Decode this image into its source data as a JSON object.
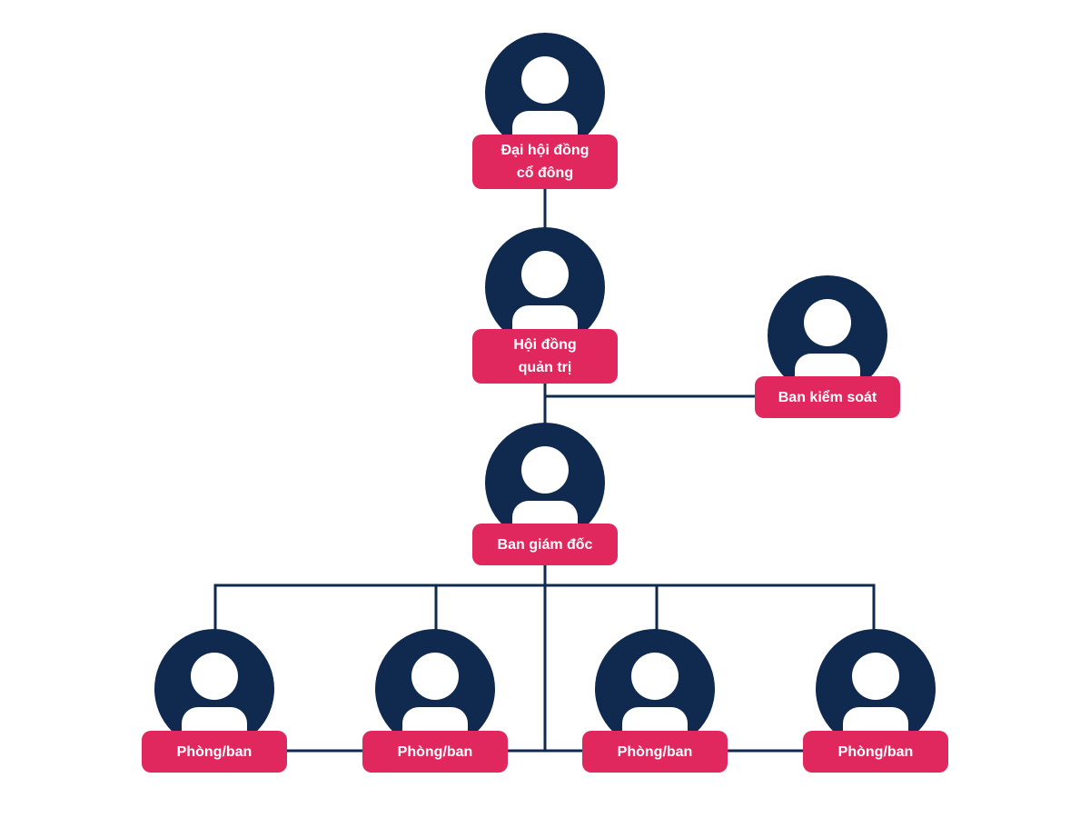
{
  "colors": {
    "avatar": "#0f2a4e",
    "label_background": "#e0285f",
    "label_text": "#ffffff",
    "connector": "#0f2a4e",
    "background": "#ffffff"
  },
  "nodes": {
    "shareholders": {
      "label": "Đại hội đồng\ncổ đông",
      "icon": "person-icon"
    },
    "board": {
      "label": "Hội đồng\nquản trị",
      "icon": "person-icon"
    },
    "supervisory": {
      "label": "Ban kiểm soát",
      "icon": "person-icon"
    },
    "directors": {
      "label": "Ban giám đốc",
      "icon": "person-icon"
    },
    "departments": [
      {
        "label": "Phòng/ban",
        "icon": "person-icon"
      },
      {
        "label": "Phòng/ban",
        "icon": "person-icon"
      },
      {
        "label": "Phòng/ban",
        "icon": "person-icon"
      },
      {
        "label": "Phòng/ban",
        "icon": "person-icon"
      }
    ]
  },
  "relations": [
    [
      "shareholders",
      "board"
    ],
    [
      "board",
      "supervisory"
    ],
    [
      "board",
      "directors"
    ],
    [
      "directors",
      "departments.0"
    ],
    [
      "directors",
      "departments.1"
    ],
    [
      "directors",
      "departments.2"
    ],
    [
      "directors",
      "departments.3"
    ]
  ]
}
